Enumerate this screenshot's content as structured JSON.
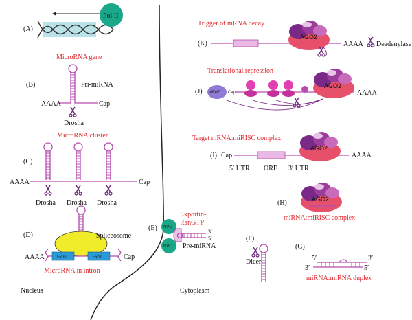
{
  "panels": {
    "A": {
      "letter": "(A)",
      "polymerase": "Pol II",
      "title": "MicroRNA gene"
    },
    "B": {
      "letter": "(B)",
      "name": "Pri-miRNA",
      "poly_a": "AAAA",
      "cap": "Cap",
      "enzyme": "Drosha"
    },
    "C": {
      "letter": "(C)",
      "title": "MicroRNA cluster",
      "poly_a": "AAAA",
      "cap": "Cap",
      "enzyme1": "Drosha",
      "enzyme2": "Drosha",
      "enzyme3": "Drosha"
    },
    "D": {
      "letter": "(D)",
      "complex": "Spliceosome",
      "poly_a": "AAAA",
      "cap": "Cap",
      "exon1": "Exon",
      "exon2": "Exon",
      "title": "MicroRNA in intron"
    },
    "E": {
      "letter": "(E)",
      "npc1": "NPC",
      "npc2": "NPC",
      "exporter_line1": "Exportin-5",
      "exporter_line2": "RanGTP",
      "name": "Pre-miRNA",
      "end3": "3′",
      "end5": "5′"
    },
    "F": {
      "letter": "(F)",
      "enzyme": "Dicer"
    },
    "G": {
      "letter": "(G)",
      "title": "miRNA:miRNA duplex",
      "tl": "5′",
      "tr": "3′",
      "bl": "3′",
      "br": "5′"
    },
    "H": {
      "letter": "(H)",
      "protein": "AGO2",
      "title": "miRNA:miRISC complex"
    },
    "I": {
      "letter": "(I)",
      "title": "Target mRNA:miRISC complex",
      "cap": "Cap",
      "utr5": "5′ UTR",
      "orf": "ORF",
      "utr3": "3′ UTR",
      "poly_a": "AAAA",
      "protein": "AGO2"
    },
    "J": {
      "letter": "(J)",
      "title": "Translational repression",
      "factor": "eIF4E",
      "cap": "Cap",
      "protein": "AGO2",
      "poly_a": "AAAA"
    },
    "K": {
      "letter": "(K)",
      "title": "Trigger of mRNA decay",
      "protein": "AGO2",
      "poly_a": "AAAA",
      "enzyme": "Deadenylase"
    }
  },
  "compartments": {
    "nucleus": "Nucleus",
    "cytoplasm": "Cytoplasm"
  },
  "colors": {
    "rna": "#b64cb0",
    "label_red": "#e0262c",
    "ago_pink": "#e7506a",
    "ago_purple": "#7a2a86",
    "npc_green": "#1aa889",
    "exon_blue": "#2a9bd8",
    "spliceosome_yellow": "#f1ec2a",
    "dna_teal": "#b9e3e8"
  }
}
